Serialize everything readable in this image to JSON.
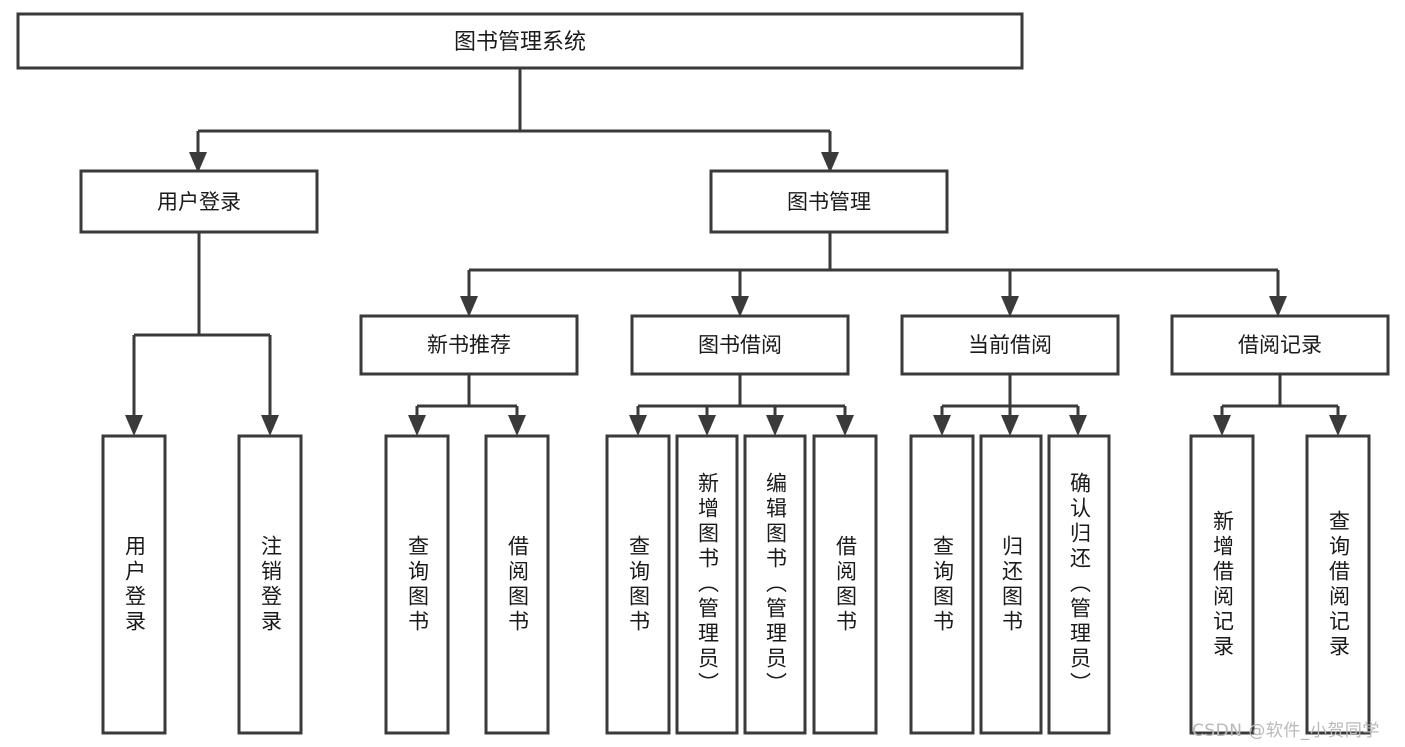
{
  "diagram": {
    "type": "tree-hierarchy",
    "title": "图书管理系统",
    "root": {
      "id": "root",
      "label": "图书管理系统"
    },
    "level2": [
      {
        "id": "user-login",
        "label": "用户登录"
      },
      {
        "id": "book-manage",
        "label": "图书管理"
      }
    ],
    "level3": [
      {
        "id": "new-book-recommend",
        "label": "新书推荐",
        "parent": "book-manage"
      },
      {
        "id": "book-borrow",
        "label": "图书借阅",
        "parent": "book-manage"
      },
      {
        "id": "current-borrow",
        "label": "当前借阅",
        "parent": "book-manage"
      },
      {
        "id": "borrow-record",
        "label": "借阅记录",
        "parent": "book-manage"
      }
    ],
    "leaves": [
      {
        "id": "leaf-user-login",
        "label": "用户登录",
        "parent": "user-login"
      },
      {
        "id": "leaf-user-logout",
        "label": "注销登录",
        "parent": "user-login"
      },
      {
        "id": "leaf-query-book-1",
        "label": "查询图书",
        "parent": "new-book-recommend"
      },
      {
        "id": "leaf-borrow-book-1",
        "label": "借阅图书",
        "parent": "new-book-recommend"
      },
      {
        "id": "leaf-query-book-2",
        "label": "查询图书",
        "parent": "book-borrow"
      },
      {
        "id": "leaf-add-book",
        "label": "新增图书（管理员）",
        "parent": "book-borrow"
      },
      {
        "id": "leaf-edit-book",
        "label": "编辑图书（管理员）",
        "parent": "book-borrow"
      },
      {
        "id": "leaf-borrow-book-2",
        "label": "借阅图书",
        "parent": "book-borrow"
      },
      {
        "id": "leaf-query-book-3",
        "label": "查询图书",
        "parent": "current-borrow"
      },
      {
        "id": "leaf-return-book",
        "label": "归还图书",
        "parent": "current-borrow"
      },
      {
        "id": "leaf-confirm-return",
        "label": "确认归还（管理员）",
        "parent": "current-borrow"
      },
      {
        "id": "leaf-add-record",
        "label": "新增借阅记录",
        "parent": "borrow-record"
      },
      {
        "id": "leaf-query-record",
        "label": "查询借阅记录",
        "parent": "borrow-record"
      }
    ],
    "colors": {
      "box_stroke": "#3a3a3a",
      "box_fill": "#ffffff",
      "connector": "#3a3a3a",
      "text": "#1a1a1a",
      "background": "#ffffff",
      "watermark": "#b9b9b9"
    }
  },
  "watermark": {
    "text": "CSDN @软件_小贺同学"
  }
}
